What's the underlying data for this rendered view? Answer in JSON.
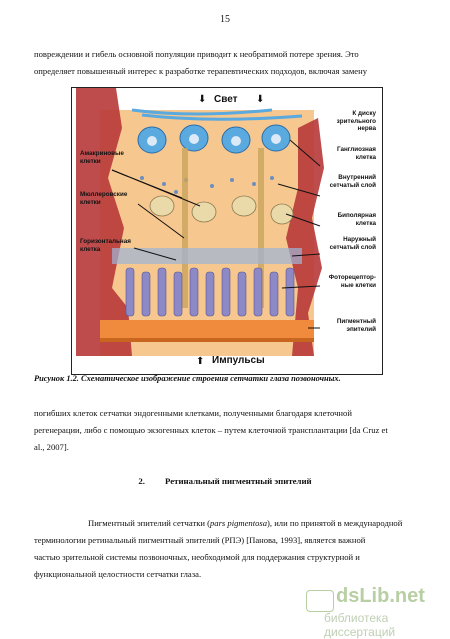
{
  "page_number": "15",
  "para1": {
    "line1": "повреждении и гибель основной популяции приводит к необратимой потере зрения. Это",
    "line2": "определяет повышенный интерес к разработке терапевтических подходов, включая замену"
  },
  "figure": {
    "top_label": "Свет",
    "bottom_label": "Импульсы",
    "left_labels": {
      "amacrine": "Амакриновые клетки",
      "muller": "Мюллеровские клетки",
      "horizontal": "Горизонтальная клетка"
    },
    "right_labels": {
      "optic_nerve": "К диску зрительного нерва",
      "ganglion": "Ганглиозная клетка",
      "inner_layer": "Внутренний сетчатый слой",
      "bipolar": "Биполярная клетка",
      "outer_layer": "Наружный сетчатый слой",
      "photoreceptor": "Фоторецептор-ные клетки",
      "pigment": "Пигментный эпителий"
    },
    "colors": {
      "background": "#f6c78e",
      "tissue": "#b8393a",
      "ganglion": "#5aa9df",
      "bipolar": "#ead9a9",
      "photoreceptor": "#8d88c6",
      "pigment_band": "#f08a3c"
    }
  },
  "caption": "Рисунок 1.2. Схематическое изображение строения сетчатки глаза позвоночных.",
  "para2": {
    "line1": "погибших клеток сетчатки эндогенными клетками, полученными благодаря клеточной",
    "line2": "регенерации, либо с помощью экзогенных клеток – путем клеточной трансплантации [da Cruz et",
    "line3": "al., 2007]."
  },
  "section": {
    "number": "2.",
    "title": "Ретинальный пигментный эпителий"
  },
  "para3": {
    "line1_before": "Пигментный эпителий сетчатки (",
    "line1_italic": "pars pigmentosa",
    "line1_after": "), или по принятой в международной",
    "line2": "терминологии ретинальный пигментный эпителий (РПЭ) [Панова, 1993], является важной",
    "line3": "частью зрительной системы позвоночных, необходимой для поддержания структурной и",
    "line4": "функциональной целостности сетчатки глаза."
  },
  "watermark": {
    "line1": "dsLib.net",
    "line2": "библиотека диссертаций"
  }
}
